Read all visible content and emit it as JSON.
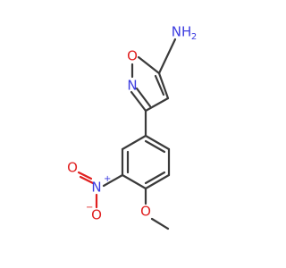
{
  "molecule": {
    "atoms": {
      "amine_n": "NH",
      "amine_h2": "2",
      "ring_o": "O",
      "ring_n": "N",
      "nitro_n": "N",
      "nitro_n_charge": "+",
      "nitro_o_double": "O",
      "nitro_o_single": "O",
      "nitro_o_charge": "−",
      "methoxy_o": "O"
    },
    "colors": {
      "bond": "#3a3a3a",
      "nitrogen": "#3b3be0",
      "oxygen": "#e02020"
    }
  }
}
